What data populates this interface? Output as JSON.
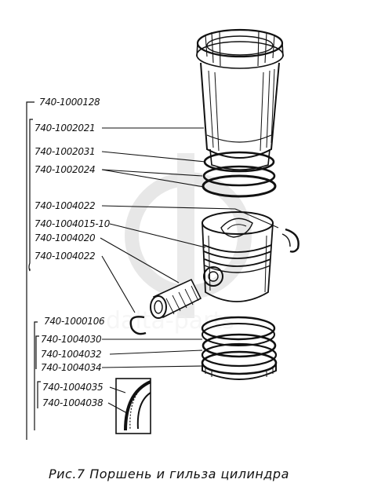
{
  "figure": {
    "part_numbers": [
      {
        "id": "p1",
        "text": "740-1000128"
      },
      {
        "id": "p2",
        "text": "740-1002021"
      },
      {
        "id": "p3",
        "text": "740-1002031"
      },
      {
        "id": "p4",
        "text": "740-1002024"
      },
      {
        "id": "p5",
        "text": "740-1004022"
      },
      {
        "id": "p6",
        "text": "740-1004015-10"
      },
      {
        "id": "p7",
        "text": "740-1004020"
      },
      {
        "id": "p8",
        "text": "740-1004022"
      },
      {
        "id": "p9",
        "text": "740-1000106"
      },
      {
        "id": "p10",
        "text": "740-1004030"
      },
      {
        "id": "p11",
        "text": "740-1004032"
      },
      {
        "id": "p12",
        "text": "740-1004034"
      },
      {
        "id": "p13",
        "text": "740-1004035"
      },
      {
        "id": "p14",
        "text": "740-1004038"
      }
    ],
    "caption": "Рис.7 Поршень и гильза цилиндра",
    "watermark": "dalta-parts",
    "ink_color": "#111111"
  }
}
